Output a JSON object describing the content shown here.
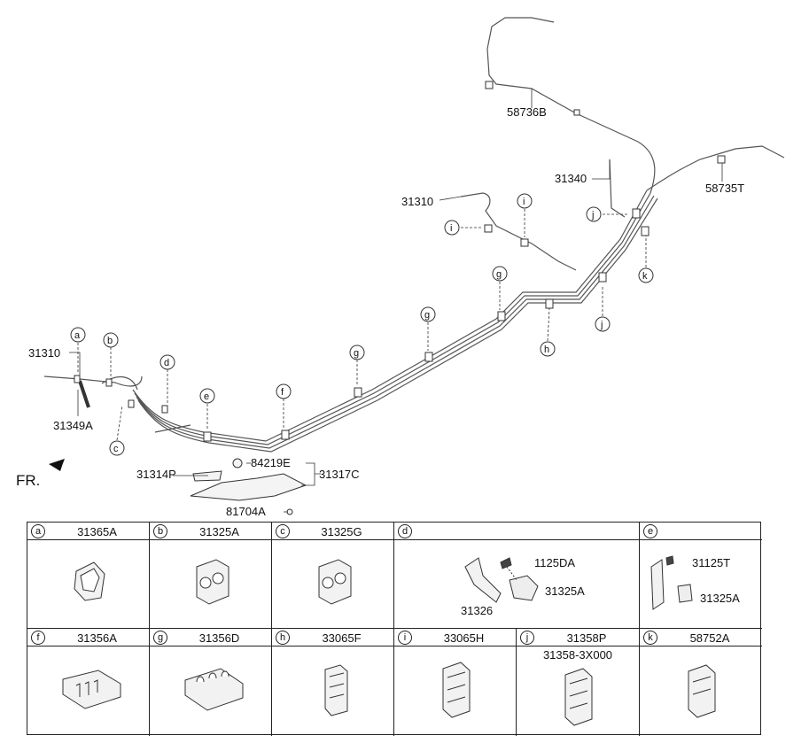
{
  "labels": {
    "l31310_left": "31310",
    "l31349A": "31349A",
    "l31314P": "31314P",
    "l84219E": "84219E",
    "l31317C": "31317C",
    "l81704A": "81704A",
    "l31310_right": "31310",
    "l31340": "31340",
    "l58736B": "58736B",
    "l58735T": "58735T",
    "fr": "FR."
  },
  "circle_letters": {
    "a": "a",
    "b": "b",
    "c": "c",
    "d": "d",
    "e": "e",
    "f": "f",
    "g": "g",
    "h": "h",
    "i": "i",
    "j": "j",
    "k": "k"
  },
  "legend": {
    "a": {
      "letter": "a",
      "part": "31365A"
    },
    "b": {
      "letter": "b",
      "part": "31325A"
    },
    "c": {
      "letter": "c",
      "part": "31325G"
    },
    "d": {
      "letter": "d",
      "part": "",
      "callouts": [
        "1125DA",
        "31325A",
        "31326"
      ]
    },
    "e": {
      "letter": "e",
      "part": "",
      "callouts": [
        "31125T",
        "31325A"
      ]
    },
    "f": {
      "letter": "f",
      "part": "31356A"
    },
    "g": {
      "letter": "g",
      "part": "31356D"
    },
    "h": {
      "letter": "h",
      "part": "33065F"
    },
    "i": {
      "letter": "i",
      "part": "33065H"
    },
    "j": {
      "letter": "j",
      "part": "31358P",
      "sub": "31358-3X000"
    },
    "k": {
      "letter": "k",
      "part": "58752A"
    }
  }
}
